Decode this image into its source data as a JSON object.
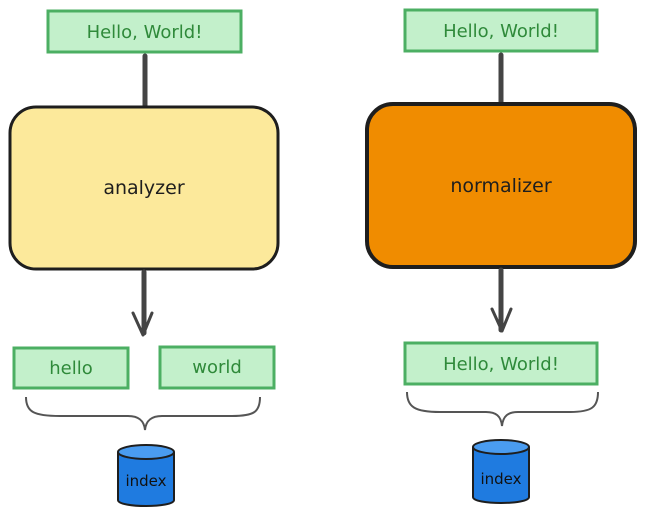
{
  "left": {
    "input": "Hello, World!",
    "processor": "analyzer",
    "outputs": [
      "hello",
      "world"
    ],
    "store": "index"
  },
  "right": {
    "input": "Hello, World!",
    "processor": "normalizer",
    "outputs": [
      "Hello, World!"
    ],
    "store": "index"
  },
  "colors": {
    "token_fill": "#c3f0cb",
    "token_stroke": "#4caf63",
    "analyzer_fill": "#fce99b",
    "normalizer_fill": "#f08c00",
    "db_fill": "#1f7be0",
    "stroke": "#1e1e1e"
  }
}
